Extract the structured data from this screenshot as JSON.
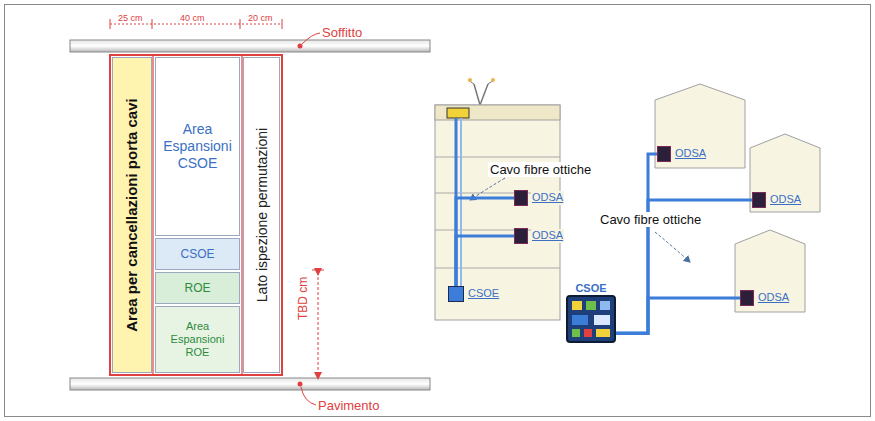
{
  "diagram": {
    "nodes": [
      {
        "text": [
          "Area per cancellazioni porta cavi"
        ]
      },
      {
        "text": [
          "Area Espansioni CSOE"
        ]
      },
      {
        "text": [
          "CSOE"
        ]
      },
      {
        "text": [
          "ROE"
        ]
      },
      {
        "text": [
          "Area Espansioni ROE"
        ]
      },
      {
        "text": [
          "Lato ispezione permutazioni"
        ]
      },
      {
        "text": [
          "ODSA"
        ]
      },
      {
        "text": [
          "ODSA"
        ]
      },
      {
        "text": [
          "CSOE"
        ]
      },
      {
        "text": [
          "CSOE"
        ]
      },
      {
        "text": [
          "ODSA"
        ]
      },
      {
        "text": [
          "ODSA"
        ]
      },
      {
        "text": [
          "ODSA"
        ]
      }
    ],
    "edges": [
      {
        "from": 8,
        "to": 6,
        "arrow": "none"
      },
      {
        "from": 8,
        "to": 7,
        "arrow": "none"
      },
      {
        "from": 9,
        "to": 10,
        "arrow": "none"
      },
      {
        "from": 9,
        "to": 11,
        "arrow": "none"
      },
      {
        "from": 9,
        "to": 12,
        "arrow": "none"
      }
    ],
    "labels": [
      "25 cm",
      "40 cm",
      "20 cm",
      "Soffitto",
      "Pavimento",
      "TBD cm",
      "Cavo fibre ottiche",
      "Cavo fibre ottiche"
    ]
  }
}
